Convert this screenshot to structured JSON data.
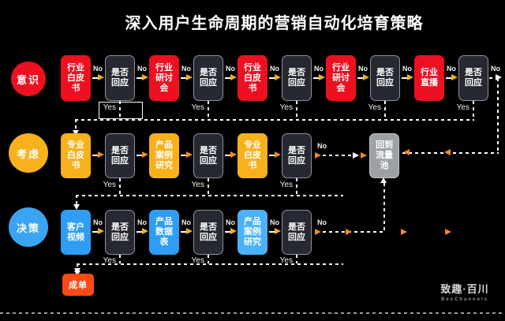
{
  "title": "深入用户生命周期的营销自动化培育策略",
  "labels": {
    "yes": "Yes",
    "no": "No"
  },
  "colors": {
    "background": "#000000",
    "awareness_red": "#ec1021",
    "consideration_yellow": "#f6b11c",
    "decision_blue": "#2e9df3",
    "decision_blue_light": "#4ab2f7",
    "decision_box_fill": "#262932",
    "decision_box_border": "#8f939b",
    "pool_gray": "#9da0a5",
    "deal_orange": "#fb4a16",
    "arrow_yellow": "#f2b01f",
    "arrow_orange": "#ef8a28"
  },
  "stages": [
    {
      "circle": {
        "label": "意识"
      },
      "boxes": [
        {
          "lines": [
            "行业",
            "白皮",
            "书"
          ],
          "kind": "content"
        },
        {
          "lines": [
            "是否",
            "回应"
          ],
          "kind": "decision"
        },
        {
          "lines": [
            "行业",
            "研讨",
            "会"
          ],
          "kind": "content"
        },
        {
          "lines": [
            "是否",
            "回应"
          ],
          "kind": "decision"
        },
        {
          "lines": [
            "行业",
            "白皮",
            "书"
          ],
          "kind": "content"
        },
        {
          "lines": [
            "是否",
            "回应"
          ],
          "kind": "decision"
        },
        {
          "lines": [
            "行业",
            "研讨",
            "会"
          ],
          "kind": "content"
        },
        {
          "lines": [
            "是否",
            "回应"
          ],
          "kind": "decision"
        },
        {
          "lines": [
            "行业",
            "直播"
          ],
          "kind": "content"
        },
        {
          "lines": [
            "是否",
            "回应"
          ],
          "kind": "decision"
        }
      ]
    },
    {
      "circle": {
        "label": "考虑"
      },
      "boxes": [
        {
          "lines": [
            "专业",
            "白皮",
            "书"
          ],
          "kind": "content"
        },
        {
          "lines": [
            "是否",
            "回应"
          ],
          "kind": "decision"
        },
        {
          "lines": [
            "产品",
            "案例",
            "研究"
          ],
          "kind": "content"
        },
        {
          "lines": [
            "是否",
            "回应"
          ],
          "kind": "decision"
        },
        {
          "lines": [
            "专业",
            "白皮",
            "书"
          ],
          "kind": "content"
        },
        {
          "lines": [
            "是否",
            "回应"
          ],
          "kind": "decision"
        }
      ]
    },
    {
      "circle": {
        "label": "决策"
      },
      "boxes": [
        {
          "lines": [
            "客户",
            "视频"
          ],
          "kind": "content"
        },
        {
          "lines": [
            "是否",
            "回应"
          ],
          "kind": "decision"
        },
        {
          "lines": [
            "产品",
            "数据",
            "表"
          ],
          "kind": "content"
        },
        {
          "lines": [
            "是否",
            "回应"
          ],
          "kind": "decision"
        },
        {
          "lines": [
            "产品",
            "案例",
            "研究"
          ],
          "kind": "content",
          "light": true
        },
        {
          "lines": [
            "是否",
            "回应"
          ],
          "kind": "decision"
        }
      ]
    }
  ],
  "return_pool": {
    "lines": [
      "回到",
      "流量",
      "池"
    ]
  },
  "deal": {
    "label": "成单"
  },
  "logo": {
    "brand": "致趣·百川",
    "sub": "BesChannels"
  }
}
